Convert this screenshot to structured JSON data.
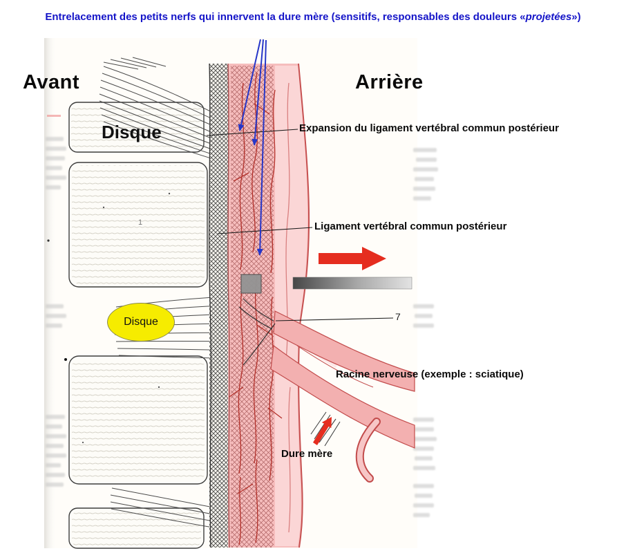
{
  "title": {
    "pre": "Entrelacement des petits nerfs qui innervent la dure mère (sensitifs, responsables des douleurs «",
    "italic": "projetées",
    "post": "»)"
  },
  "labels": {
    "avant": "Avant",
    "arriere": "Arrière",
    "disque_top": "Disque",
    "expansion": "Expansion du ligament vertébral commun postérieur",
    "ligament": "Ligament vertébral commun postérieur",
    "number_7": "7",
    "vertebra_number": "1",
    "disque_ellipse": "Disque",
    "racine": "Racine nerveuse (exemple : sciatique)",
    "dure_mere": "Dure mère"
  },
  "colors": {
    "title_blue": "#1414c8",
    "arrow_red": "#e52d1f",
    "disc_yellow": "#f6ec00",
    "tissue_pink": "#f6bdbd",
    "pointer_blue": "#2636c8"
  }
}
